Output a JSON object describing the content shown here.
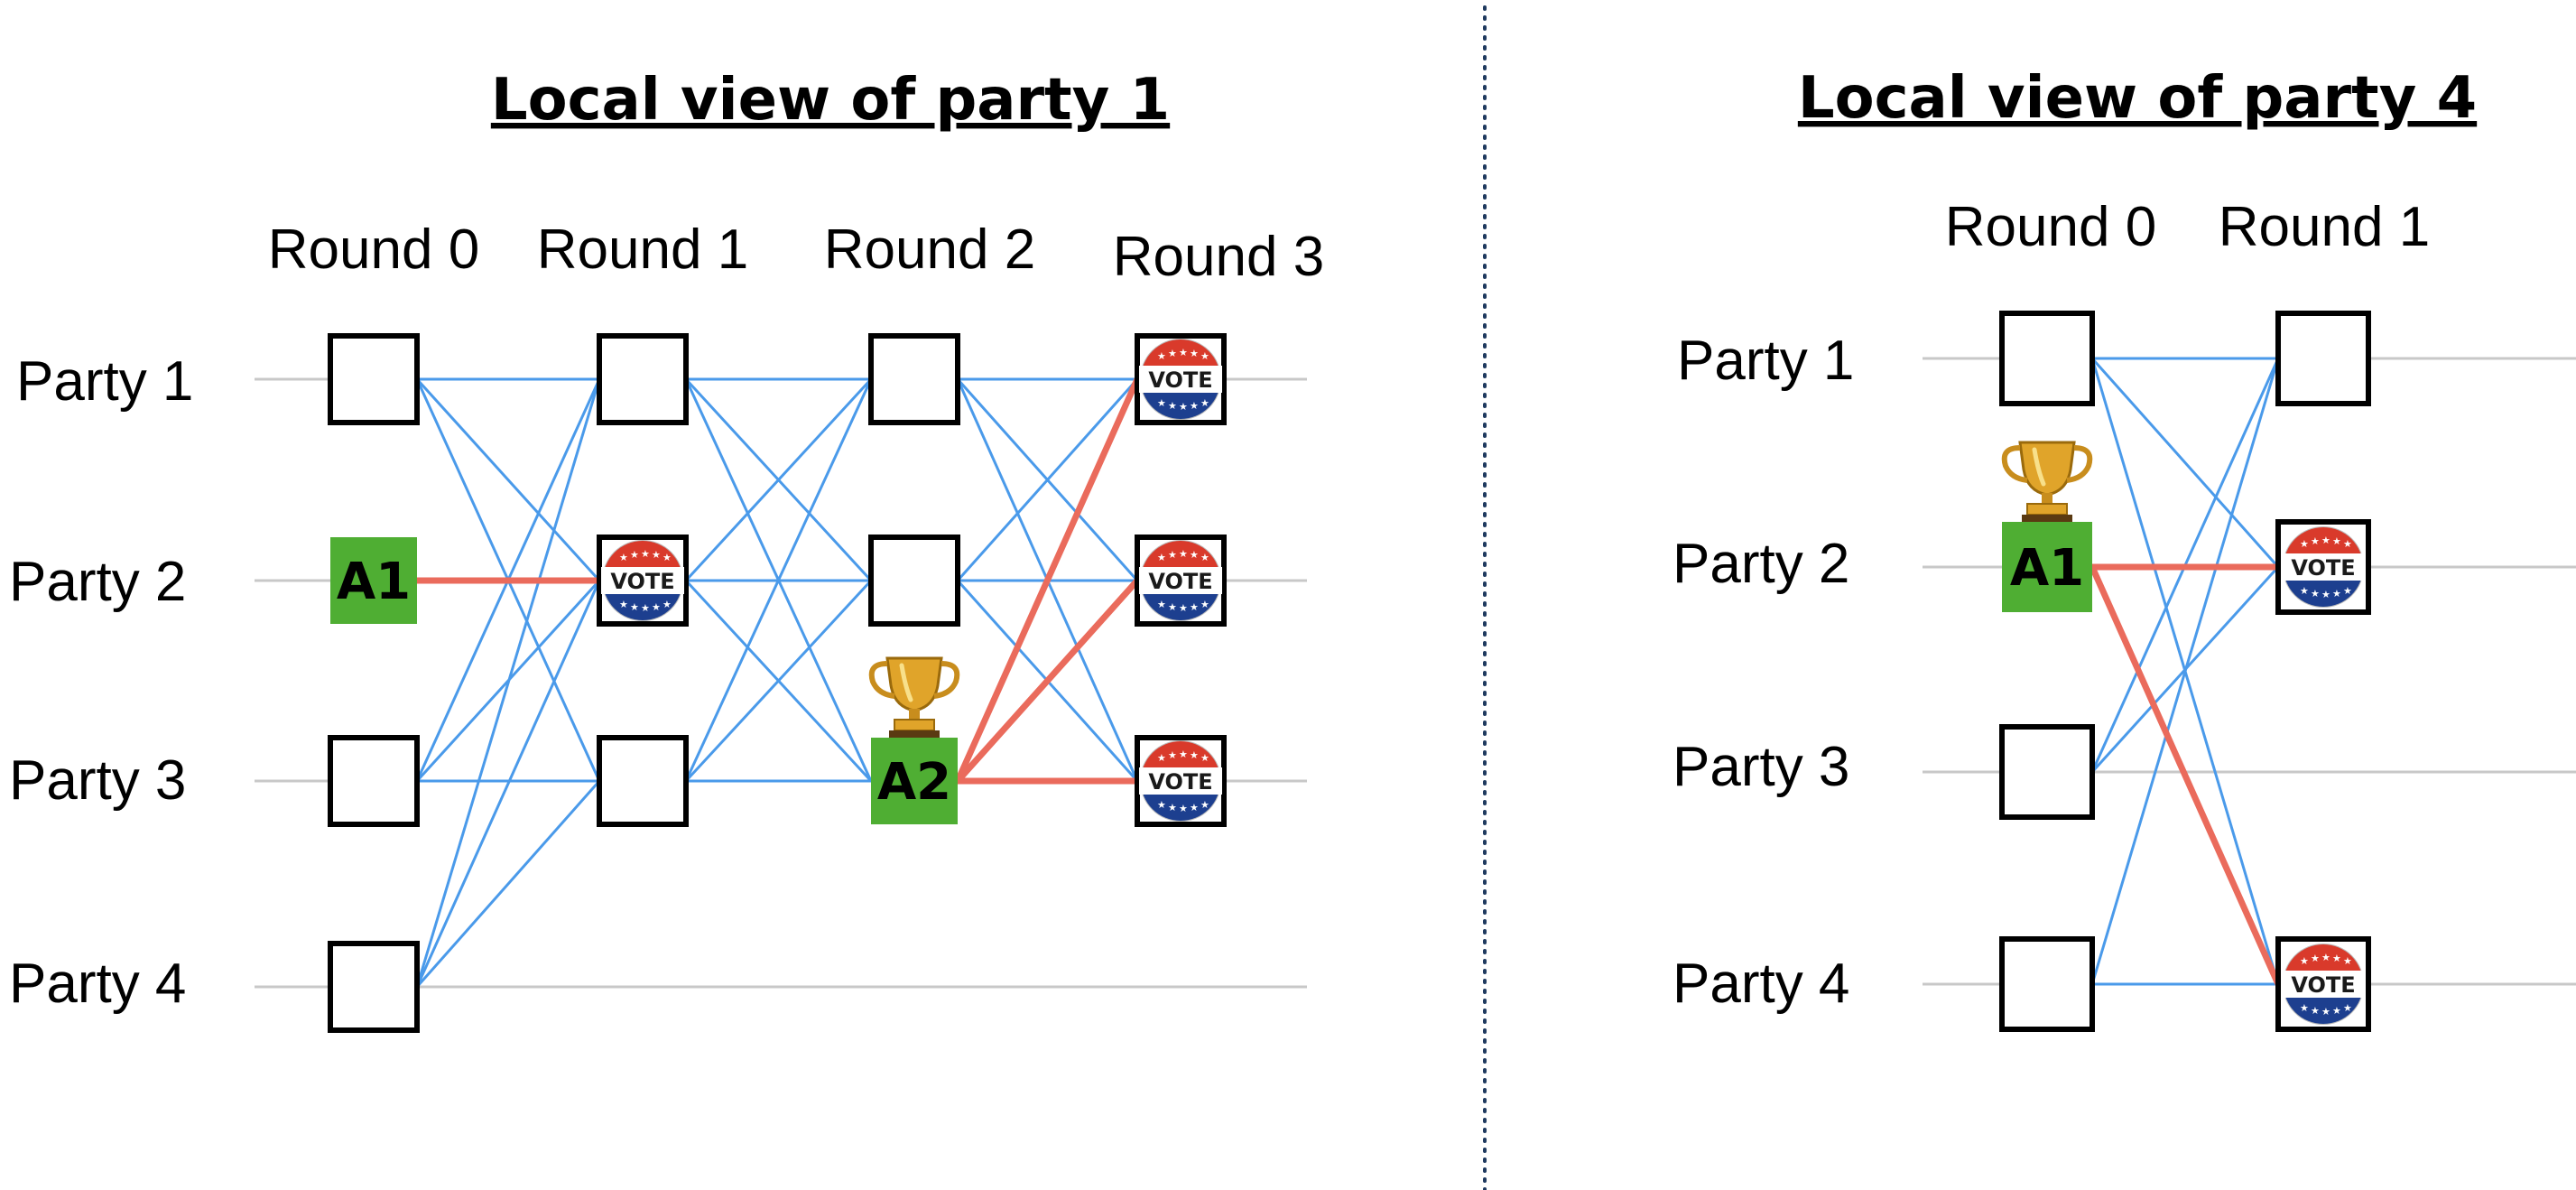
{
  "panels": [
    {
      "title": "Local view of party 1",
      "rounds": [
        "Round 0",
        "Round 1",
        "Round 2",
        "Round 3"
      ],
      "parties": [
        "Party 1",
        "Party 2",
        "Party 3",
        "Party 4"
      ]
    },
    {
      "title": "Local view of party 4",
      "rounds": [
        "Round 0",
        "Round 1"
      ],
      "parties": [
        "Party 1",
        "Party 2",
        "Party 3",
        "Party 4"
      ]
    }
  ],
  "badges": [
    "A1",
    "A2",
    "A1"
  ],
  "vote_label": "VOTE",
  "colors": {
    "message_line": "#4a9aea",
    "vote_line": "#ea6b5c",
    "badge_fill": "#4fae33",
    "timeline": "#c8c8c8",
    "divider": "#1f3a5f",
    "vote_red": "#d93a2b",
    "vote_blue": "#1d3f8f"
  },
  "icons": [
    "trophy-icon",
    "vote-sticker-icon"
  ]
}
